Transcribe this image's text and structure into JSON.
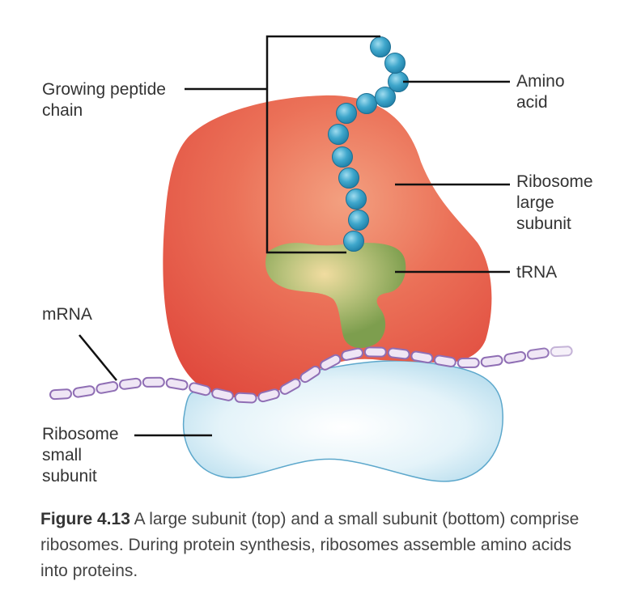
{
  "labels": {
    "growing_peptide_chain": "Growing peptide\nchain",
    "amino_acid": "Amino\nacid",
    "ribosome_large_subunit": "Ribosome\nlarge\nsubunit",
    "trna": "tRNA",
    "mrna": "mRNA",
    "ribosome_small_subunit": "Ribosome\nsmall\nsubunit"
  },
  "caption": {
    "figure_number": "Figure 4.13",
    "text": " A large subunit (top) and a small subunit (bottom) comprise ribosomes. During protein synthesis, ribosomes assemble amino acids into proteins."
  },
  "colors": {
    "large_subunit": "#e8574a",
    "small_subunit": "#c9e6f2",
    "trna": "#8fae5e",
    "amino_acid_bead": "#3a9fc2",
    "mrna": "#b49acb",
    "leader_line": "#111111"
  }
}
